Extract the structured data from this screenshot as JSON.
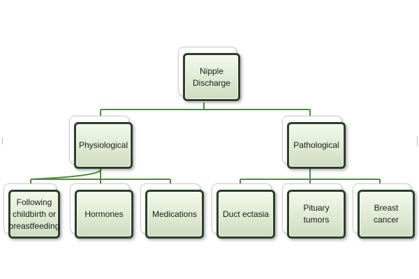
{
  "diagram": {
    "root": {
      "label": "Nipple Discharge"
    },
    "branches": [
      {
        "label": "Physiological",
        "children": [
          {
            "label": "Following childbirth or breastfeeding"
          },
          {
            "label": "Hormones"
          },
          {
            "label": "Medications"
          }
        ]
      },
      {
        "label": "Pathological",
        "children": [
          {
            "label": "Duct ectasia"
          },
          {
            "label": "Pituary tumors"
          },
          {
            "label": "Breast cancer"
          }
        ]
      }
    ]
  },
  "colors": {
    "connector": "#4f8a3c",
    "box_border": "#2b3f2b",
    "box_fill_top": "#f3f8ec",
    "box_fill_bottom": "#cfdcc0"
  }
}
